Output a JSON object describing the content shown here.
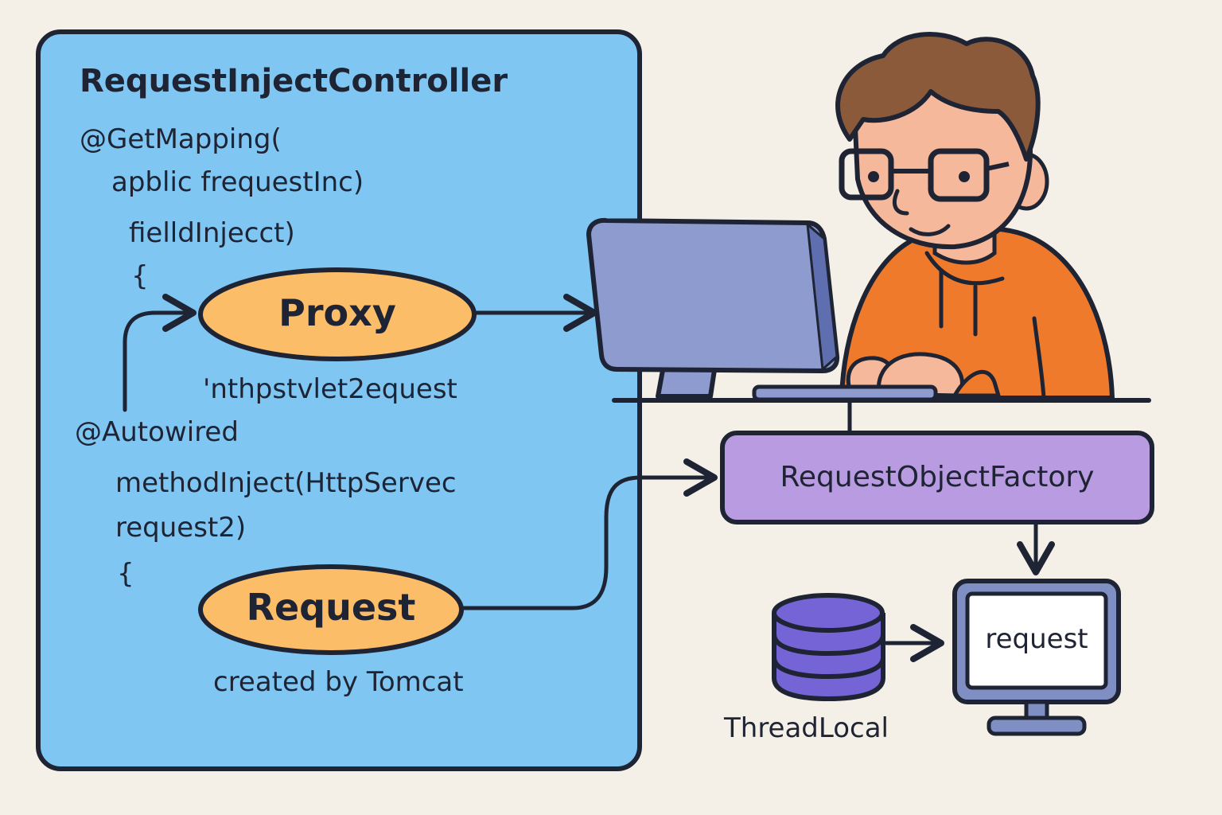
{
  "controller": {
    "title": "RequestInjectController",
    "code_lines": [
      "@GetMapping(",
      "apblic frequestInc)",
      "fielldInjecct)",
      "{",
      "@Autowired",
      "methodInject(HttpServec",
      "request2)",
      "{"
    ],
    "proxy_label": "Proxy",
    "proxy_caption": "'nthpstvlet2equest",
    "request_label": "Request",
    "request_caption": "created by Tomcat"
  },
  "factory": {
    "label": "RequestObjectFactory"
  },
  "threadlocal": {
    "label": "ThreadLocal",
    "icon": "database-icon"
  },
  "request_monitor": {
    "label": "request",
    "icon": "monitor-icon"
  },
  "colors": {
    "panel": "#7fc6f2",
    "oval": "#fbbd68",
    "factory": "#b89be0",
    "database": "#7564d6",
    "monitor": "#7f8fc4",
    "hoodie": "#f07a2c",
    "outline": "#1e2433",
    "background": "#f4efe7"
  }
}
